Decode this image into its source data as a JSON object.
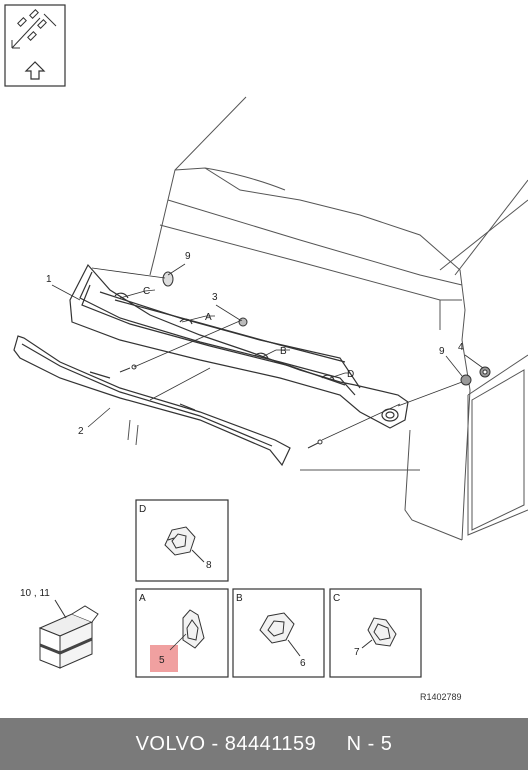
{
  "labels": {
    "part1": "1",
    "part2": "2",
    "part3": "3",
    "part4": "4",
    "part9a": "9",
    "part9b": "9",
    "callA": "A",
    "callB": "B",
    "callC": "C",
    "callD": "D",
    "kit": "10 , 11"
  },
  "details": {
    "D": {
      "letter": "D",
      "part": "8"
    },
    "A": {
      "letter": "A",
      "part": "5"
    },
    "B": {
      "letter": "B",
      "part": "6"
    },
    "C": {
      "letter": "C",
      "part": "7"
    }
  },
  "highlight_color": "#f0a0a0",
  "reference": "R1402789",
  "footer": {
    "brand": "VOLVO",
    "part_number": "84441159",
    "position": "N - 5"
  },
  "icons": [
    "parts-diagram-icon",
    "up-arrow-icon"
  ]
}
